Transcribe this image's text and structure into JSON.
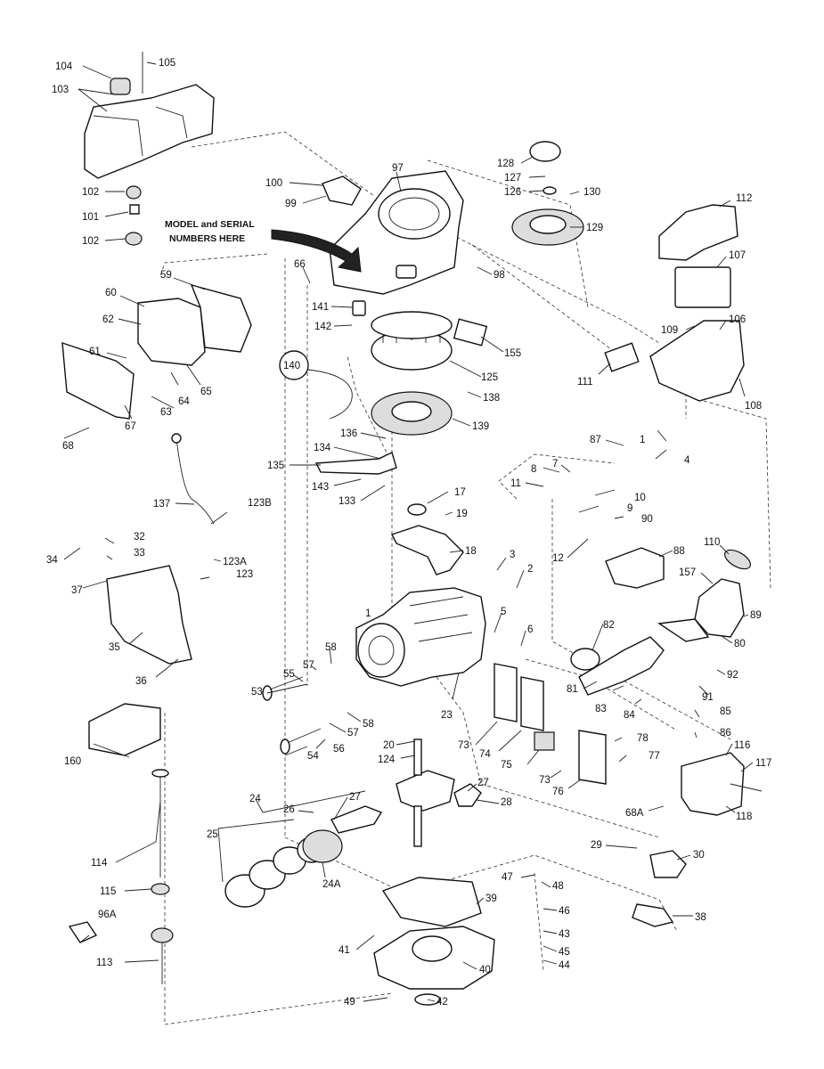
{
  "note": {
    "line1": "MODEL and SERIAL",
    "line2": "NUMBERS HERE"
  },
  "labels": {
    "p104": "104",
    "p105": "105",
    "p103": "103",
    "p102a": "102",
    "p101": "101",
    "p102b": "102",
    "p100": "100",
    "p99": "99",
    "p97": "97",
    "p128": "128",
    "p127": "127",
    "p126": "126",
    "p130": "130",
    "p129": "129",
    "p112": "112",
    "p107": "107",
    "p106": "106",
    "p109": "109",
    "p108": "108",
    "p111": "111",
    "p66": "66",
    "p98": "98",
    "p59": "59",
    "p60": "60",
    "p62": "62",
    "p61": "61",
    "p65": "65",
    "p64": "64",
    "p63": "63",
    "p67": "67",
    "p68": "68",
    "p141": "141",
    "p142": "142",
    "p155": "155",
    "p125": "125",
    "p140": "140",
    "p138": "138",
    "p139": "139",
    "p136": "136",
    "p134": "134",
    "p135": "135",
    "p143": "143",
    "p133": "133",
    "p137": "137",
    "p123B": "123B",
    "p123A": "123A",
    "p123": "123",
    "p34": "34",
    "p32": "32",
    "p33": "33",
    "p37": "37",
    "p35": "35",
    "p36": "36",
    "p87": "87",
    "p1": "1",
    "p4": "4",
    "p8": "8",
    "p7": "7",
    "p11": "11",
    "p10": "10",
    "p9": "9",
    "p90": "90",
    "p17": "17",
    "p19": "19",
    "p18": "18",
    "p12": "12",
    "p3": "3",
    "p2": "2",
    "p88": "88",
    "p110": "110",
    "p157": "157",
    "p89": "89",
    "p80": "80",
    "p5": "5",
    "p6": "6",
    "p82": "82",
    "p92": "92",
    "p91": "91",
    "p81": "81",
    "p1b": "1",
    "p58a": "58",
    "p57a": "57",
    "p55": "55",
    "p53": "53",
    "p58b": "58",
    "p57b": "57",
    "p56": "56",
    "p54": "54",
    "p23": "23",
    "p83": "83",
    "p84": "84",
    "p85": "85",
    "p86": "86",
    "p73a": "73",
    "p74": "74",
    "p75": "75",
    "p73b": "73",
    "p78": "78",
    "p77": "77",
    "p76": "76",
    "p116": "116",
    "p117": "117",
    "p118": "118",
    "p68A": "68A",
    "p160": "160",
    "p20": "20",
    "p124": "124",
    "p24": "24",
    "p26": "26",
    "p27a": "27",
    "p27b": "27",
    "p28": "28",
    "p25": "25",
    "p24A": "24A",
    "p29": "29",
    "p30": "30",
    "p38": "38",
    "p114": "114",
    "p115": "115",
    "p96A": "96A",
    "p113": "113",
    "p47": "47",
    "p48": "48",
    "p39": "39",
    "p46": "46",
    "p43": "43",
    "p45": "45",
    "p44": "44",
    "p41": "41",
    "p40": "40",
    "p49": "49",
    "p42": "42"
  }
}
